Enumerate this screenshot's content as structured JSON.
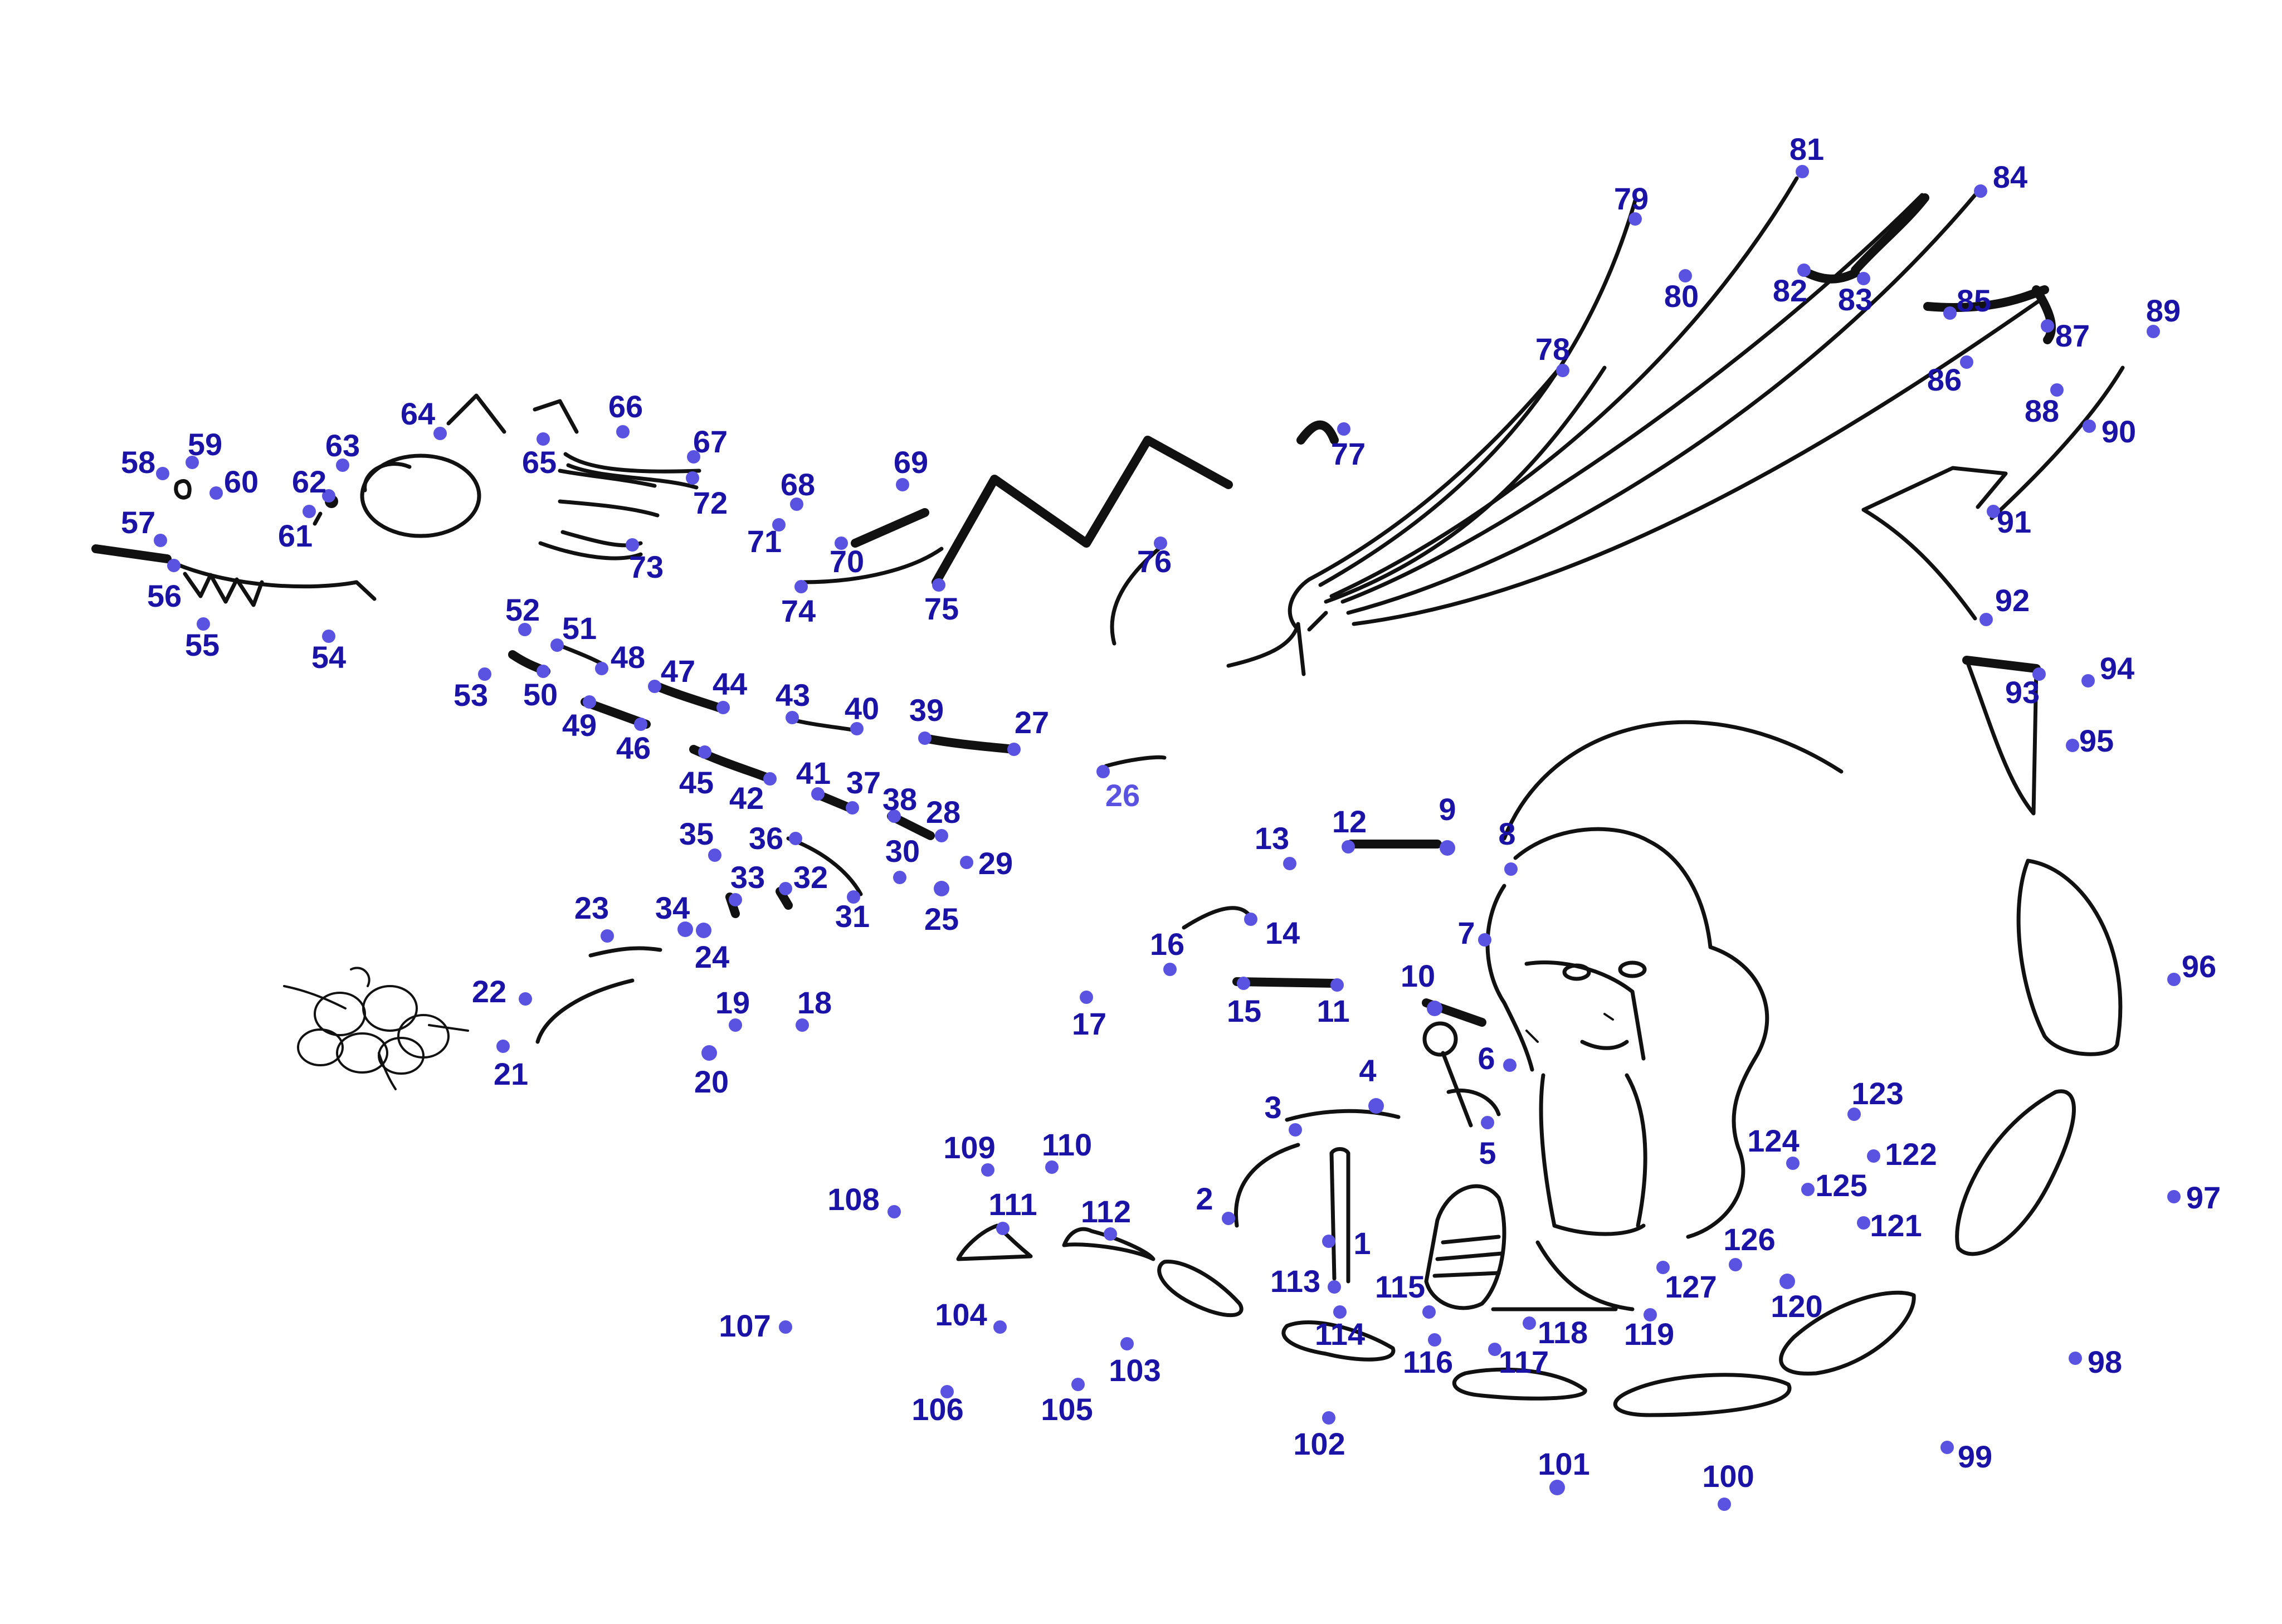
{
  "colors": {
    "dot": "#5a52e0",
    "number": "#1a13a6",
    "number_light": "#5a52e0",
    "line": "#111111"
  },
  "numbers": {
    "n1": "1",
    "n2": "2",
    "n3": "3",
    "n4": "4",
    "n5": "5",
    "n6": "6",
    "n7": "7",
    "n8": "8",
    "n9": "9",
    "n10": "10",
    "n11": "11",
    "n12": "12",
    "n13": "13",
    "n14": "14",
    "n15": "15",
    "n16": "16",
    "n17": "17",
    "n18": "18",
    "n19": "19",
    "n20": "20",
    "n21": "21",
    "n22": "22",
    "n23": "23",
    "n24": "24",
    "n25": "25",
    "n26": "26",
    "n27": "27",
    "n28": "28",
    "n29": "29",
    "n30": "30",
    "n31": "31",
    "n32": "32",
    "n33": "33",
    "n34": "34",
    "n35": "35",
    "n36": "36",
    "n37": "37",
    "n38": "38",
    "n39": "39",
    "n40": "40",
    "n41": "41",
    "n42": "42",
    "n43": "43",
    "n44": "44",
    "n45": "45",
    "n46": "46",
    "n47": "47",
    "n48": "48",
    "n49": "49",
    "n50": "50",
    "n51": "51",
    "n52": "52",
    "n53": "53",
    "n54": "54",
    "n55": "55",
    "n56": "56",
    "n57": "57",
    "n58": "58",
    "n59": "59",
    "n60": "60",
    "n61": "61",
    "n62": "62",
    "n63": "63",
    "n64": "64",
    "n65": "65",
    "n66": "66",
    "n67": "67",
    "n68": "68",
    "n69": "69",
    "n70": "70",
    "n71": "71",
    "n72": "72",
    "n73": "73",
    "n74": "74",
    "n75": "75",
    "n76": "76",
    "n77": "77",
    "n78": "78",
    "n79": "79",
    "n80": "80",
    "n81": "81",
    "n82": "82",
    "n83": "83",
    "n84": "84",
    "n85": "85",
    "n86": "86",
    "n87": "87",
    "n88": "88",
    "n89": "89",
    "n90": "90",
    "n91": "91",
    "n92": "92",
    "n93": "93",
    "n94": "94",
    "n95": "95",
    "n96": "96",
    "n97": "97",
    "n98": "98",
    "n99": "99",
    "n100": "100",
    "n101": "101",
    "n102": "102",
    "n103": "103",
    "n104": "104",
    "n105": "105",
    "n106": "106",
    "n107": "107",
    "n108": "108",
    "n109": "109",
    "n110": "110",
    "n111": "111",
    "n112": "112",
    "n113": "113",
    "n114": "114",
    "n115": "115",
    "n116": "116",
    "n117": "117",
    "n118": "118",
    "n119": "119",
    "n120": "120",
    "n121": "121",
    "n122": "122",
    "n123": "123",
    "n124": "124",
    "n125": "125",
    "n126": "126",
    "n127": "127"
  }
}
